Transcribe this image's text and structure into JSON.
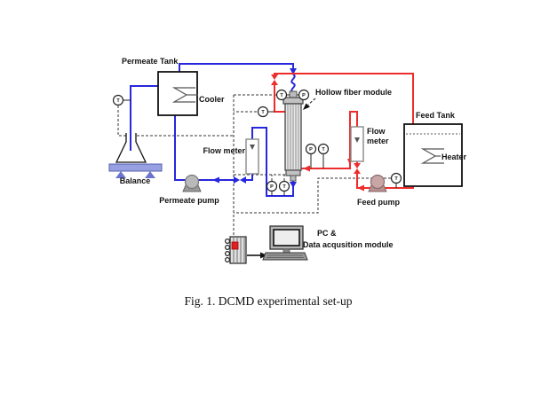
{
  "figure": {
    "caption": "Fig. 1. DCMD experimental set-up"
  },
  "labels": {
    "permeate_tank": "Permeate Tank",
    "cooler": "Cooler",
    "balance": "Balance",
    "permeate_pump": "Permeate pump",
    "flow_meter_left": "Flow meter",
    "hollow_fiber_module": "Hollow fiber module",
    "feed_tank": "Feed Tank",
    "heater": "Heater",
    "flow_meter_right_line1": "Flow",
    "flow_meter_right_line2": "meter",
    "feed_pump": "Feed pump",
    "pc_line1": "PC &",
    "pc_line2": "Data acqusition module"
  },
  "sensors": [
    {
      "glyph": "T"
    },
    {
      "glyph": "T"
    },
    {
      "glyph": "P"
    },
    {
      "glyph": "T"
    },
    {
      "glyph": "P"
    },
    {
      "glyph": "T"
    },
    {
      "glyph": "P"
    },
    {
      "glyph": "T"
    },
    {
      "glyph": "T"
    }
  ],
  "colors": {
    "permeate_line": "#2727de",
    "feed_line": "#ee2c2c",
    "signal_dashed": "#333333",
    "balance_platform": "#97a0e0",
    "pump_gray": "#b9b9b9",
    "feed_pump_pink": "#c9a6a6",
    "daq_wire_red": "#dd2222"
  }
}
